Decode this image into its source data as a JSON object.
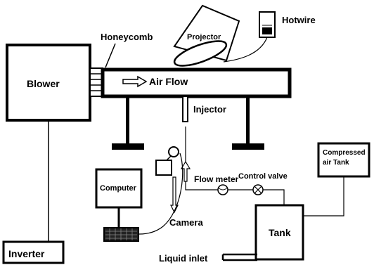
{
  "labels": {
    "blower": "Blower",
    "honeycomb": "Honeycomb",
    "projector": "Projector",
    "hotwire": "Hotwire",
    "air_flow": "Air Flow",
    "injector": "Injector",
    "computer": "Computer",
    "flow_meter": "Flow meter",
    "control_valve": "Control valve",
    "compressed_air_tank_line1": "Compressed",
    "compressed_air_tank_line2": "air Tank",
    "camera": "Camera",
    "tank": "Tank",
    "inverter": "Inverter",
    "liquid_inlet": "Liquid inlet"
  }
}
